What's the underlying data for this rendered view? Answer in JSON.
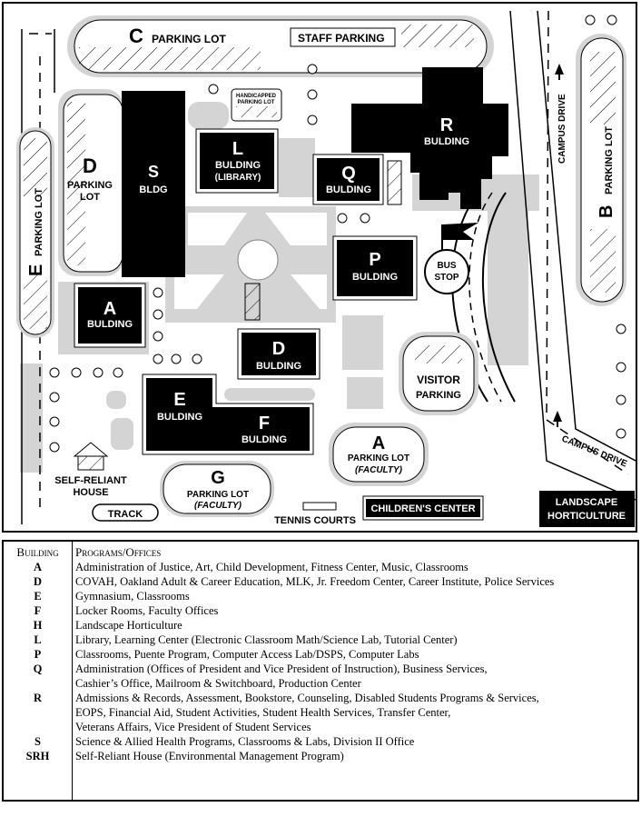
{
  "map": {
    "lots": {
      "c": {
        "letter": "C",
        "label": "PARKING LOT"
      },
      "staff": "STAFF PARKING",
      "handicapped": [
        "HANDICAPPED",
        "PARKING LOT"
      ],
      "d": {
        "letter": "D",
        "line1": "PARKING",
        "line2": "LOT"
      },
      "e": {
        "letter": "E",
        "label": "PARKING LOT"
      },
      "b": {
        "letter": "B",
        "label": "PARKING LOT"
      },
      "visitor": [
        "VISITOR",
        "PARKING"
      ],
      "a": {
        "letter": "A",
        "label": "PARKING LOT",
        "sub": "(FACULTY)"
      },
      "g": {
        "letter": "G",
        "label": "PARKING LOT",
        "sub": "(FACULTY)"
      }
    },
    "buildings": {
      "s": {
        "letter": "S",
        "sub": "BLDG"
      },
      "l": {
        "letter": "L",
        "sub": "BULDING",
        "sub2": "(LIBRARY)"
      },
      "q": {
        "letter": "Q",
        "sub": "BULDING"
      },
      "r": {
        "letter": "R",
        "sub": "BULDING"
      },
      "p": {
        "letter": "P",
        "sub": "BULDING"
      },
      "a": {
        "letter": "A",
        "sub": "BULDING"
      },
      "d": {
        "letter": "D",
        "sub": "BULDING"
      },
      "e": {
        "letter": "E",
        "sub": "BULDING"
      },
      "f": {
        "letter": "F",
        "sub": "BULDING"
      }
    },
    "roads": {
      "campus_drive_1": "CAMPUS DRIVE",
      "campus_drive_2": "CAMPUS DRIVE"
    },
    "bus_stop": [
      "BUS",
      "STOP"
    ],
    "self_reliant": [
      "SELF-RELIANT",
      "HOUSE"
    ],
    "track": "TRACK",
    "tennis": "TENNIS COURTS",
    "childrens_center": "CHILDREN'S CENTER",
    "landscape": [
      "LANDSCAPE",
      "HORTICULTURE"
    ]
  },
  "legend": {
    "header_code": "Building",
    "header_prog": "Programs/Offices",
    "rows": [
      {
        "code": "A",
        "text": "Administration of Justice, Art, Child Development, Fitness Center, Music, Classrooms"
      },
      {
        "code": "D",
        "text": "COVAH, Oakland Adult & Career Education, MLK, Jr. Freedom Center, Career Institute, Police Services"
      },
      {
        "code": "E",
        "text": "Gymnasium, Classrooms"
      },
      {
        "code": "F",
        "text": "Locker Rooms, Faculty Offices"
      },
      {
        "code": "H",
        "text": "Landscape Horticulture"
      },
      {
        "code": "L",
        "text": "Library, Learning Center (Electronic Classroom Math/Science Lab, Tutorial Center)"
      },
      {
        "code": "P",
        "text": "Classrooms, Puente Program, Computer Access Lab/DSPS, Computer Labs"
      },
      {
        "code": "Q",
        "text": "Administration (Offices of President and Vice President of Instruction), Business Services,"
      },
      {
        "code": "",
        "text": "Cashier’s Office, Mailroom & Switchboard, Production Center"
      },
      {
        "code": "R",
        "text": "Admissions & Records, Assessment, Bookstore, Counseling, Disabled Students Programs & Services,"
      },
      {
        "code": "",
        "text": "EOPS, Financial Aid, Student Activities, Student Health Services, Transfer Center,"
      },
      {
        "code": "",
        "text": "Veterans Affairs, Vice President of Student Services"
      },
      {
        "code": "S",
        "text": "Science & Allied Health Programs, Classrooms & Labs, Division II Office"
      },
      {
        "code": "SRH",
        "text": "Self-Reliant House (Environmental Management Program)"
      }
    ]
  }
}
